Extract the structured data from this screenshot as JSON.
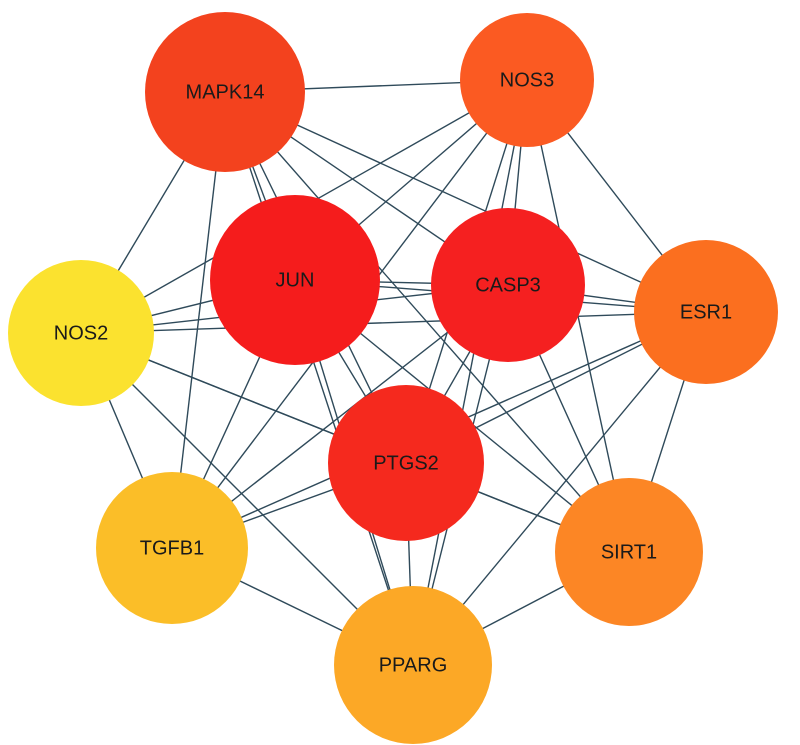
{
  "nodes": [
    {
      "id": "MAPK14",
      "label": "MAPK14",
      "color": "#f3421e"
    },
    {
      "id": "NOS3",
      "label": "NOS3",
      "color": "#fb5a22"
    },
    {
      "id": "JUN",
      "label": "JUN",
      "color": "#f51c1c"
    },
    {
      "id": "CASP3",
      "label": "CASP3",
      "color": "#f52020"
    },
    {
      "id": "ESR1",
      "label": "ESR1",
      "color": "#fb6f1f"
    },
    {
      "id": "NOS2",
      "label": "NOS2",
      "color": "#fbe22f"
    },
    {
      "id": "PTGS2",
      "label": "PTGS2",
      "color": "#f5291e"
    },
    {
      "id": "TGFB1",
      "label": "TGFB1",
      "color": "#fbbe28"
    },
    {
      "id": "SIRT1",
      "label": "SIRT1",
      "color": "#fc8625"
    },
    {
      "id": "PPARG",
      "label": "PPARG",
      "color": "#fca826"
    }
  ],
  "edges": [
    [
      "MAPK14",
      "NOS3"
    ],
    [
      "MAPK14",
      "JUN"
    ],
    [
      "MAPK14",
      "CASP3"
    ],
    [
      "MAPK14",
      "ESR1"
    ],
    [
      "MAPK14",
      "NOS2"
    ],
    [
      "MAPK14",
      "PTGS2"
    ],
    [
      "MAPK14",
      "TGFB1"
    ],
    [
      "MAPK14",
      "SIRT1"
    ],
    [
      "MAPK14",
      "PPARG"
    ],
    [
      "NOS3",
      "JUN"
    ],
    [
      "NOS3",
      "CASP3"
    ],
    [
      "NOS3",
      "ESR1"
    ],
    [
      "NOS3",
      "NOS2"
    ],
    [
      "NOS3",
      "PTGS2"
    ],
    [
      "NOS3",
      "TGFB1"
    ],
    [
      "NOS3",
      "SIRT1"
    ],
    [
      "NOS3",
      "PPARG"
    ],
    [
      "JUN",
      "CASP3"
    ],
    [
      "JUN",
      "ESR1"
    ],
    [
      "JUN",
      "NOS2"
    ],
    [
      "JUN",
      "PTGS2"
    ],
    [
      "JUN",
      "TGFB1"
    ],
    [
      "JUN",
      "SIRT1"
    ],
    [
      "JUN",
      "PPARG"
    ],
    [
      "CASP3",
      "ESR1"
    ],
    [
      "CASP3",
      "NOS2"
    ],
    [
      "CASP3",
      "PTGS2"
    ],
    [
      "CASP3",
      "TGFB1"
    ],
    [
      "CASP3",
      "SIRT1"
    ],
    [
      "CASP3",
      "PPARG"
    ],
    [
      "ESR1",
      "NOS2"
    ],
    [
      "ESR1",
      "PTGS2"
    ],
    [
      "ESR1",
      "TGFB1"
    ],
    [
      "ESR1",
      "SIRT1"
    ],
    [
      "ESR1",
      "PPARG"
    ],
    [
      "NOS2",
      "PTGS2"
    ],
    [
      "NOS2",
      "TGFB1"
    ],
    [
      "NOS2",
      "SIRT1"
    ],
    [
      "NOS2",
      "PPARG"
    ],
    [
      "PTGS2",
      "TGFB1"
    ],
    [
      "PTGS2",
      "SIRT1"
    ],
    [
      "PTGS2",
      "PPARG"
    ],
    [
      "TGFB1",
      "PPARG"
    ],
    [
      "SIRT1",
      "PPARG"
    ]
  ]
}
